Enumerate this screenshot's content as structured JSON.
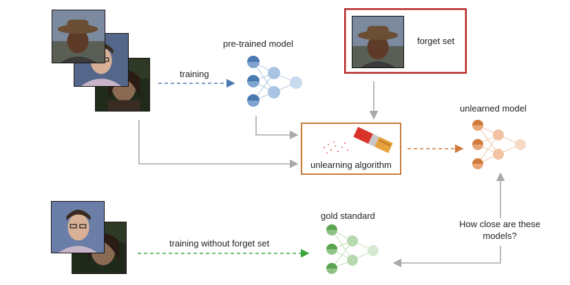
{
  "labels": {
    "training": "training",
    "pretrained": "pre-trained model",
    "forget_set": "forget set",
    "unlearning_algorithm": "unlearning algorithm",
    "unlearned_model": "unlearned model",
    "gold_standard": "gold standard",
    "training_without_forget": "training without forget set",
    "how_close": "How close are these models?"
  },
  "colors": {
    "blue": "#4a78b0",
    "orange": "#d07a3c",
    "green": "#5aa34f",
    "gray": "#a9a9a9",
    "forget_border": "#b22222",
    "algo_border": "#c67a3a"
  },
  "icons": {
    "eraser": "eraser-icon",
    "face_photo": "face-photo",
    "network": "neural-network-icon"
  }
}
